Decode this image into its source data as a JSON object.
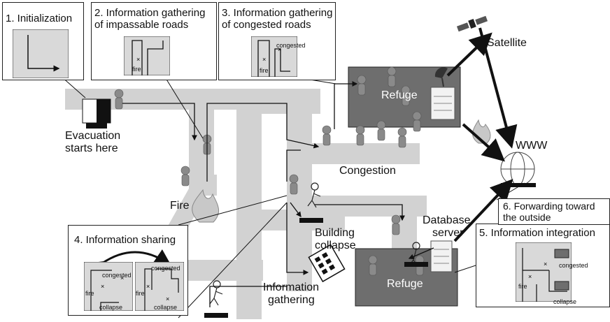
{
  "steps": {
    "s1": "1. Initialization",
    "s2_line1": "2. Information gathering",
    "s2_line2": "of impassable roads",
    "s3_line1": "3. Information gathering",
    "s3_line2": "of congested roads",
    "s4": "4. Information sharing",
    "s5": "5. Information integration",
    "s6_line1": "6. Forwarding toward",
    "s6_line2": "the outside"
  },
  "labels": {
    "satellite": "Satellite",
    "refuge_top": "Refuge",
    "refuge_bottom": "Refuge",
    "evac_line1": "Evacuation",
    "evac_line2": "starts here",
    "congestion": "Congestion",
    "fire": "Fire",
    "www": "WWW",
    "building_line1": "Building",
    "building_line2": "collapse",
    "db_line1": "Database",
    "db_line2": "server",
    "info_line1": "Information",
    "info_line2": "gathering"
  },
  "map_labels": {
    "fire": "fire",
    "congested": "congested",
    "collapse": "collapse"
  },
  "colors": {
    "road": "#d2d2d2",
    "refuge": "#6e6e6e",
    "map_panel": "#d9d9d9"
  }
}
